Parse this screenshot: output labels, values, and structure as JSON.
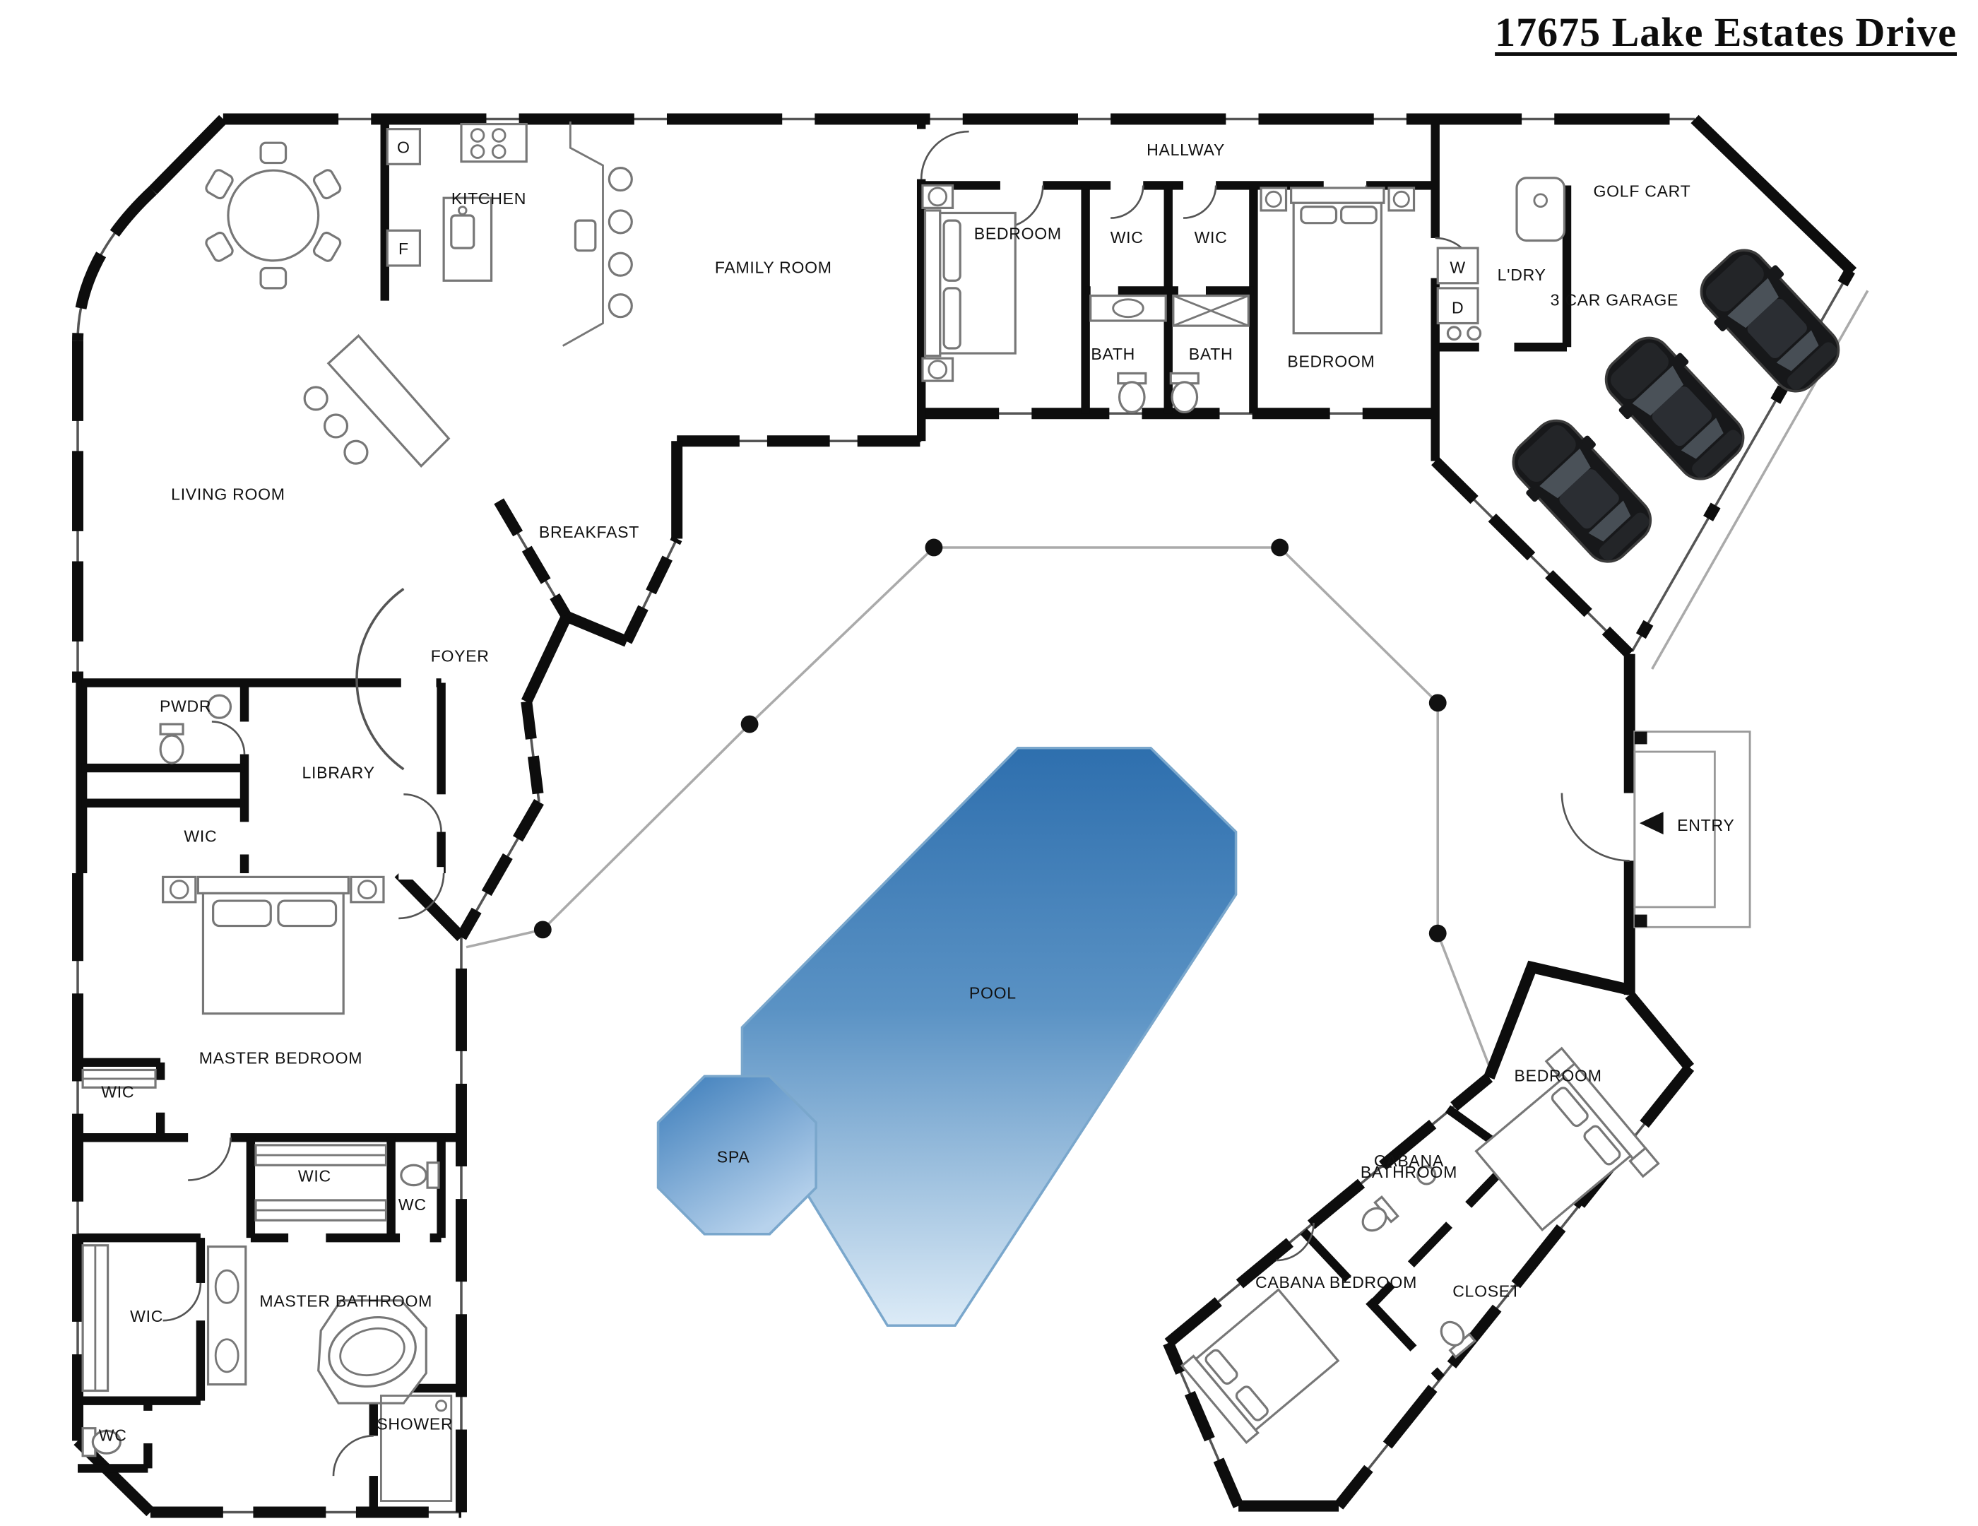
{
  "title": "17675 Lake Estates Drive",
  "rooms": {
    "kitchen": "KITCHEN",
    "family_room": "FAMILY ROOM",
    "hallway": "HALLWAY",
    "bedroom": "BEDROOM",
    "wic": "WIC",
    "bath": "BATH",
    "golf_cart": "GOLF CART",
    "garage": "3 CAR GARAGE",
    "laundry": "L'DRY",
    "washer": "W",
    "dryer": "D",
    "living_room": "LIVING ROOM",
    "breakfast": "BREAKFAST",
    "foyer": "FOYER",
    "powder": "PWDR",
    "library": "LIBRARY",
    "entry": "ENTRY",
    "master_bedroom": "MASTER BEDROOM",
    "master_bathroom": "MASTER BATHROOM",
    "wc": "WC",
    "shower": "SHOWER",
    "pool": "POOL",
    "spa": "SPA",
    "cabana_line1": "CABANA",
    "cabana_line2": "BATHROOM",
    "cabana_bedroom": "CABANA BEDROOM",
    "closet": "CLOSET",
    "oven": "O",
    "fridge": "F"
  },
  "colors": {
    "wall": "#0d0d0d",
    "pool_top": "#2e6fae",
    "pool_bottom": "#dcebf7",
    "spa_top": "#3b7cba",
    "spa_bottom": "#b7d2ec"
  }
}
